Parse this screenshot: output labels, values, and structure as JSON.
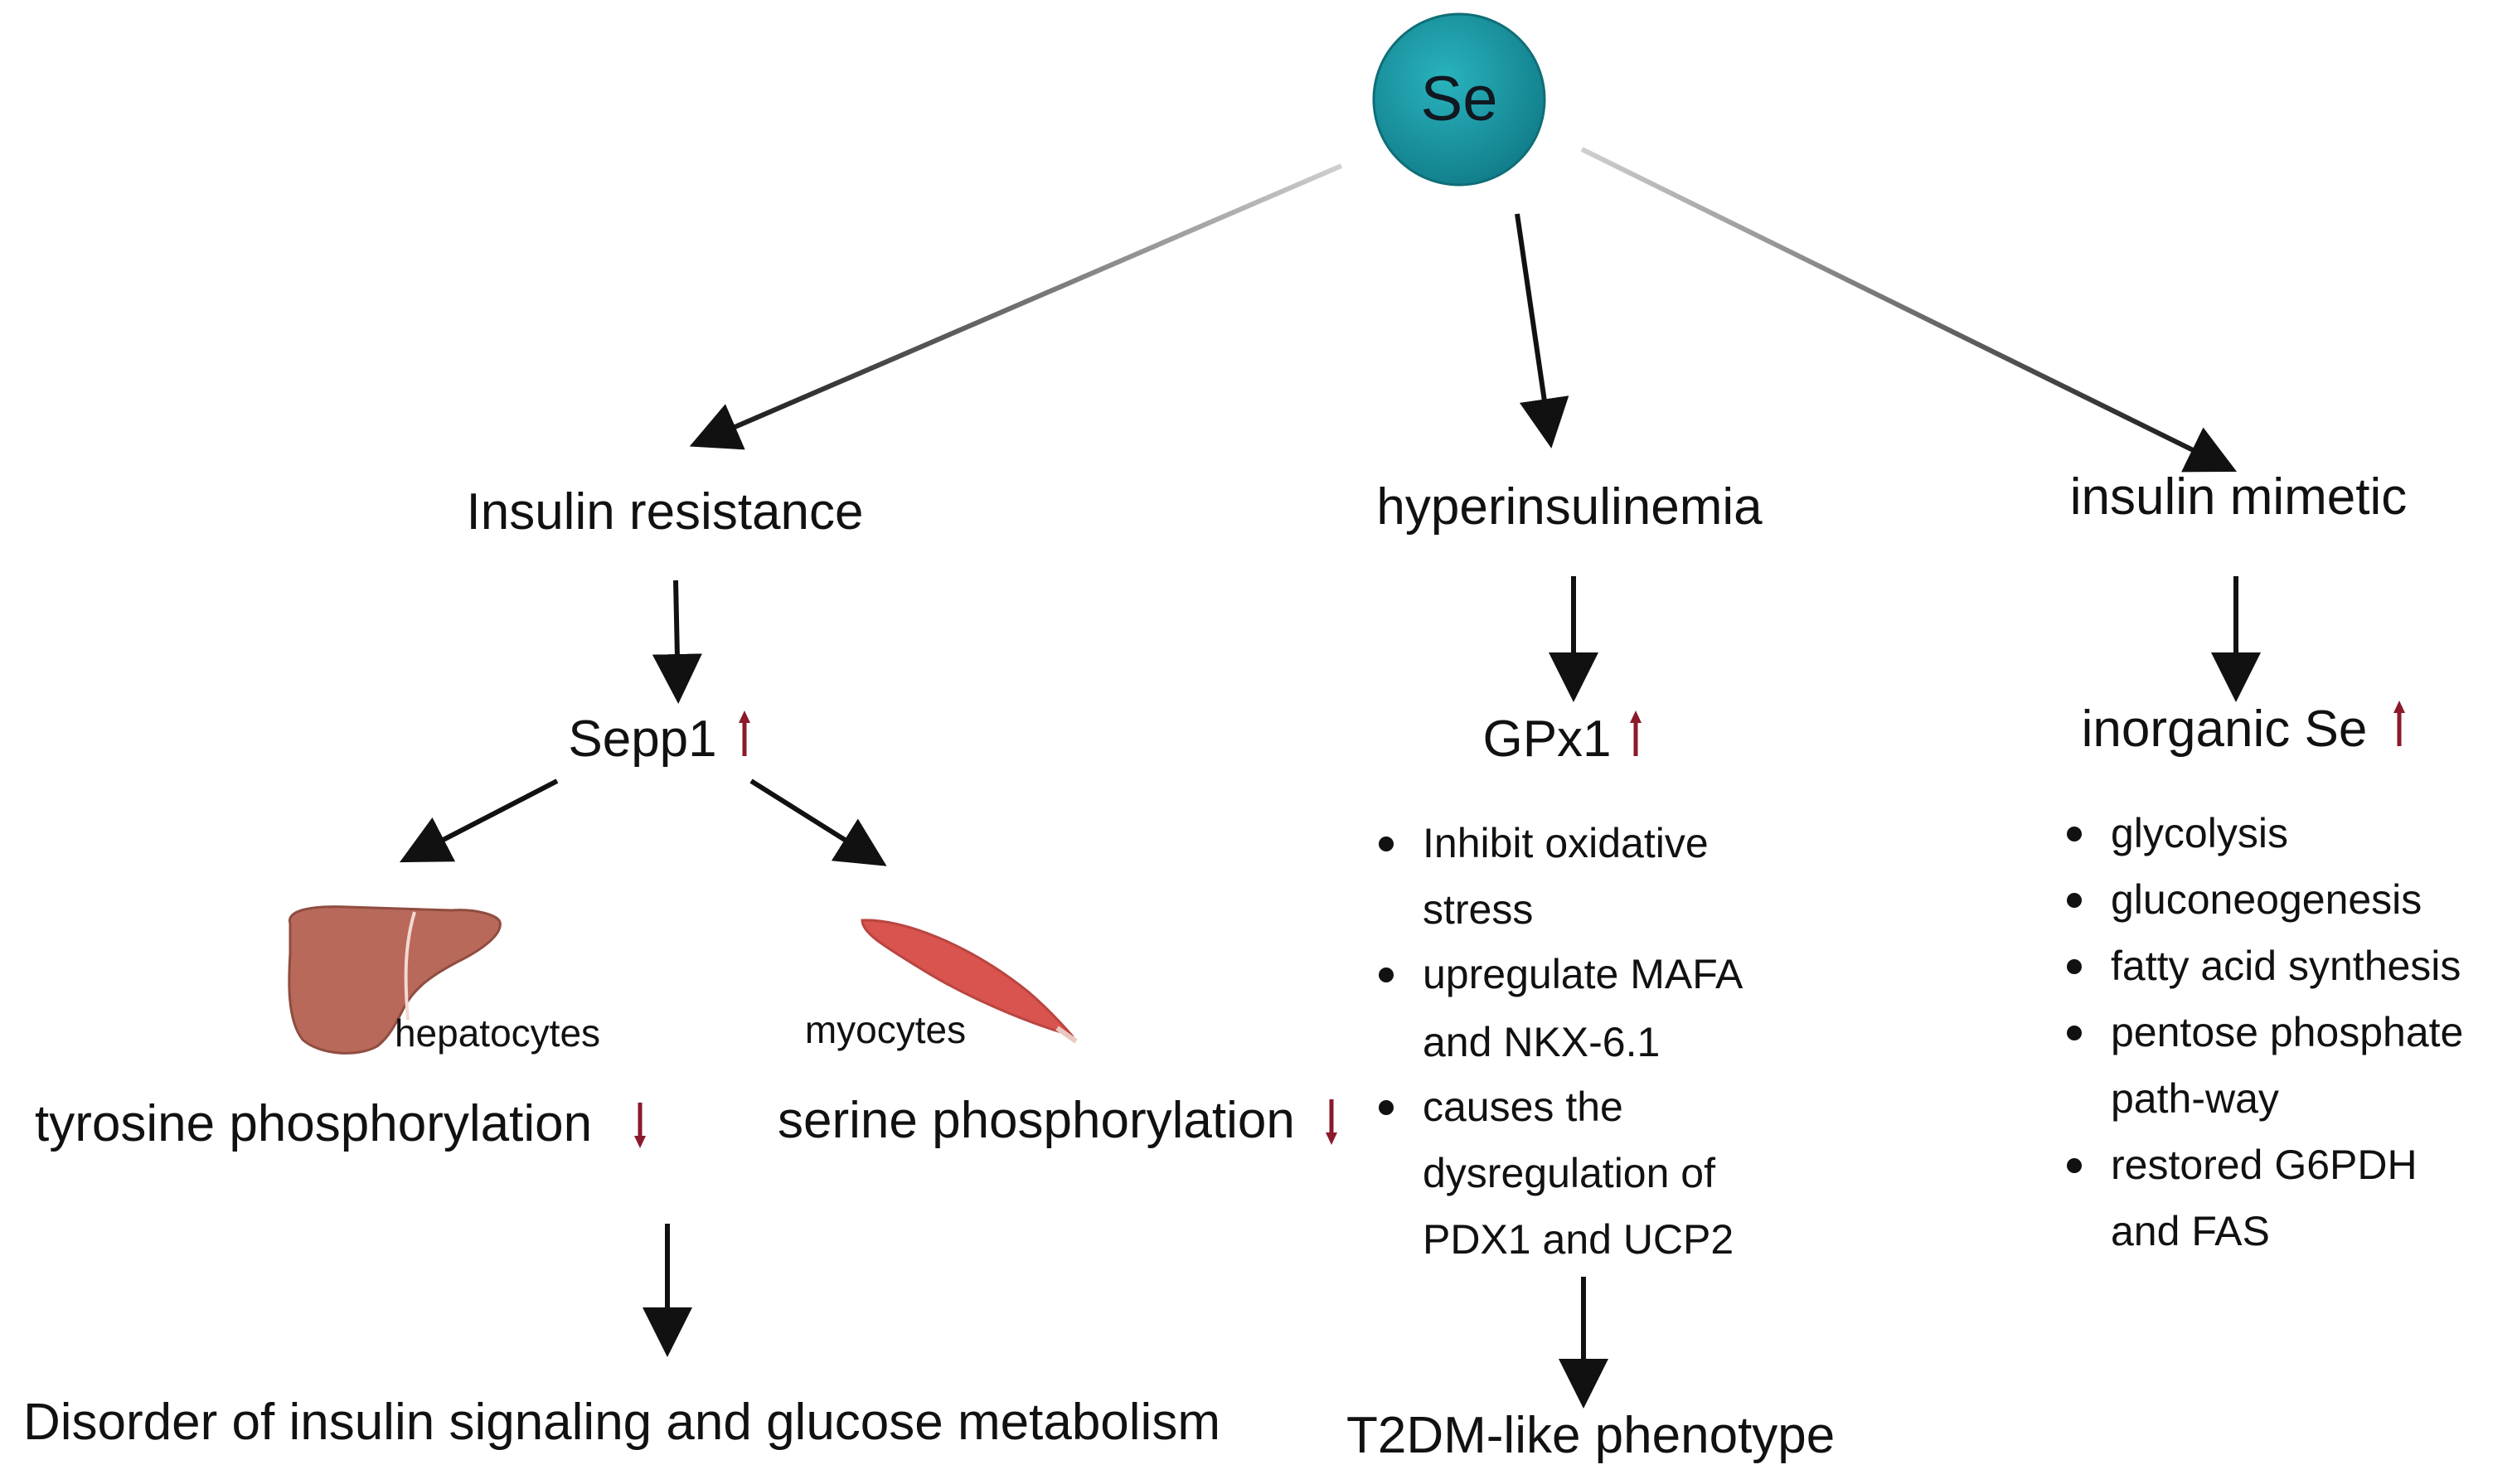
{
  "element": {
    "symbol": "Se",
    "color": "#1b9aa6"
  },
  "branches": [
    {
      "id": "insulin-resistance",
      "label": "Insulin resistance",
      "sub_label": "Sepp1",
      "sub_trend": "up",
      "cells": [
        {
          "name": "hepatocytes",
          "icon": "liver-icon",
          "effect": "tyrosine phosphorylation",
          "trend": "down"
        },
        {
          "name": "myocytes",
          "icon": "muscle-icon",
          "effect": "serine phosphorylation",
          "trend": "down"
        }
      ],
      "outcome": "Disorder of insulin signaling and glucose metabolism"
    },
    {
      "id": "hyperinsulinemia",
      "label": "hyperinsulinemia",
      "sub_label": "GPx1",
      "sub_trend": "up",
      "bullets": [
        [
          "Inhibit oxidative",
          "stress"
        ],
        [
          "upregulate MAFA",
          "and NKX-6.1"
        ],
        [
          "causes the",
          "dysregulation of",
          "PDX1 and UCP2"
        ]
      ],
      "outcome": "T2DM-like phenotype"
    },
    {
      "id": "insulin-mimetic",
      "label": "insulin mimetic",
      "sub_label": "inorganic Se",
      "sub_trend": "up",
      "bullets": [
        [
          "glycolysis"
        ],
        [
          "gluconeogenesis"
        ],
        [
          "fatty acid synthesis"
        ],
        [
          "pentose phosphate",
          "path-way"
        ],
        [
          "restored G6PDH",
          "and FAS"
        ]
      ]
    }
  ],
  "colors": {
    "trend_arrow": "#8b1a2b",
    "liver": "#b8695a",
    "muscle": "#d9534f"
  }
}
